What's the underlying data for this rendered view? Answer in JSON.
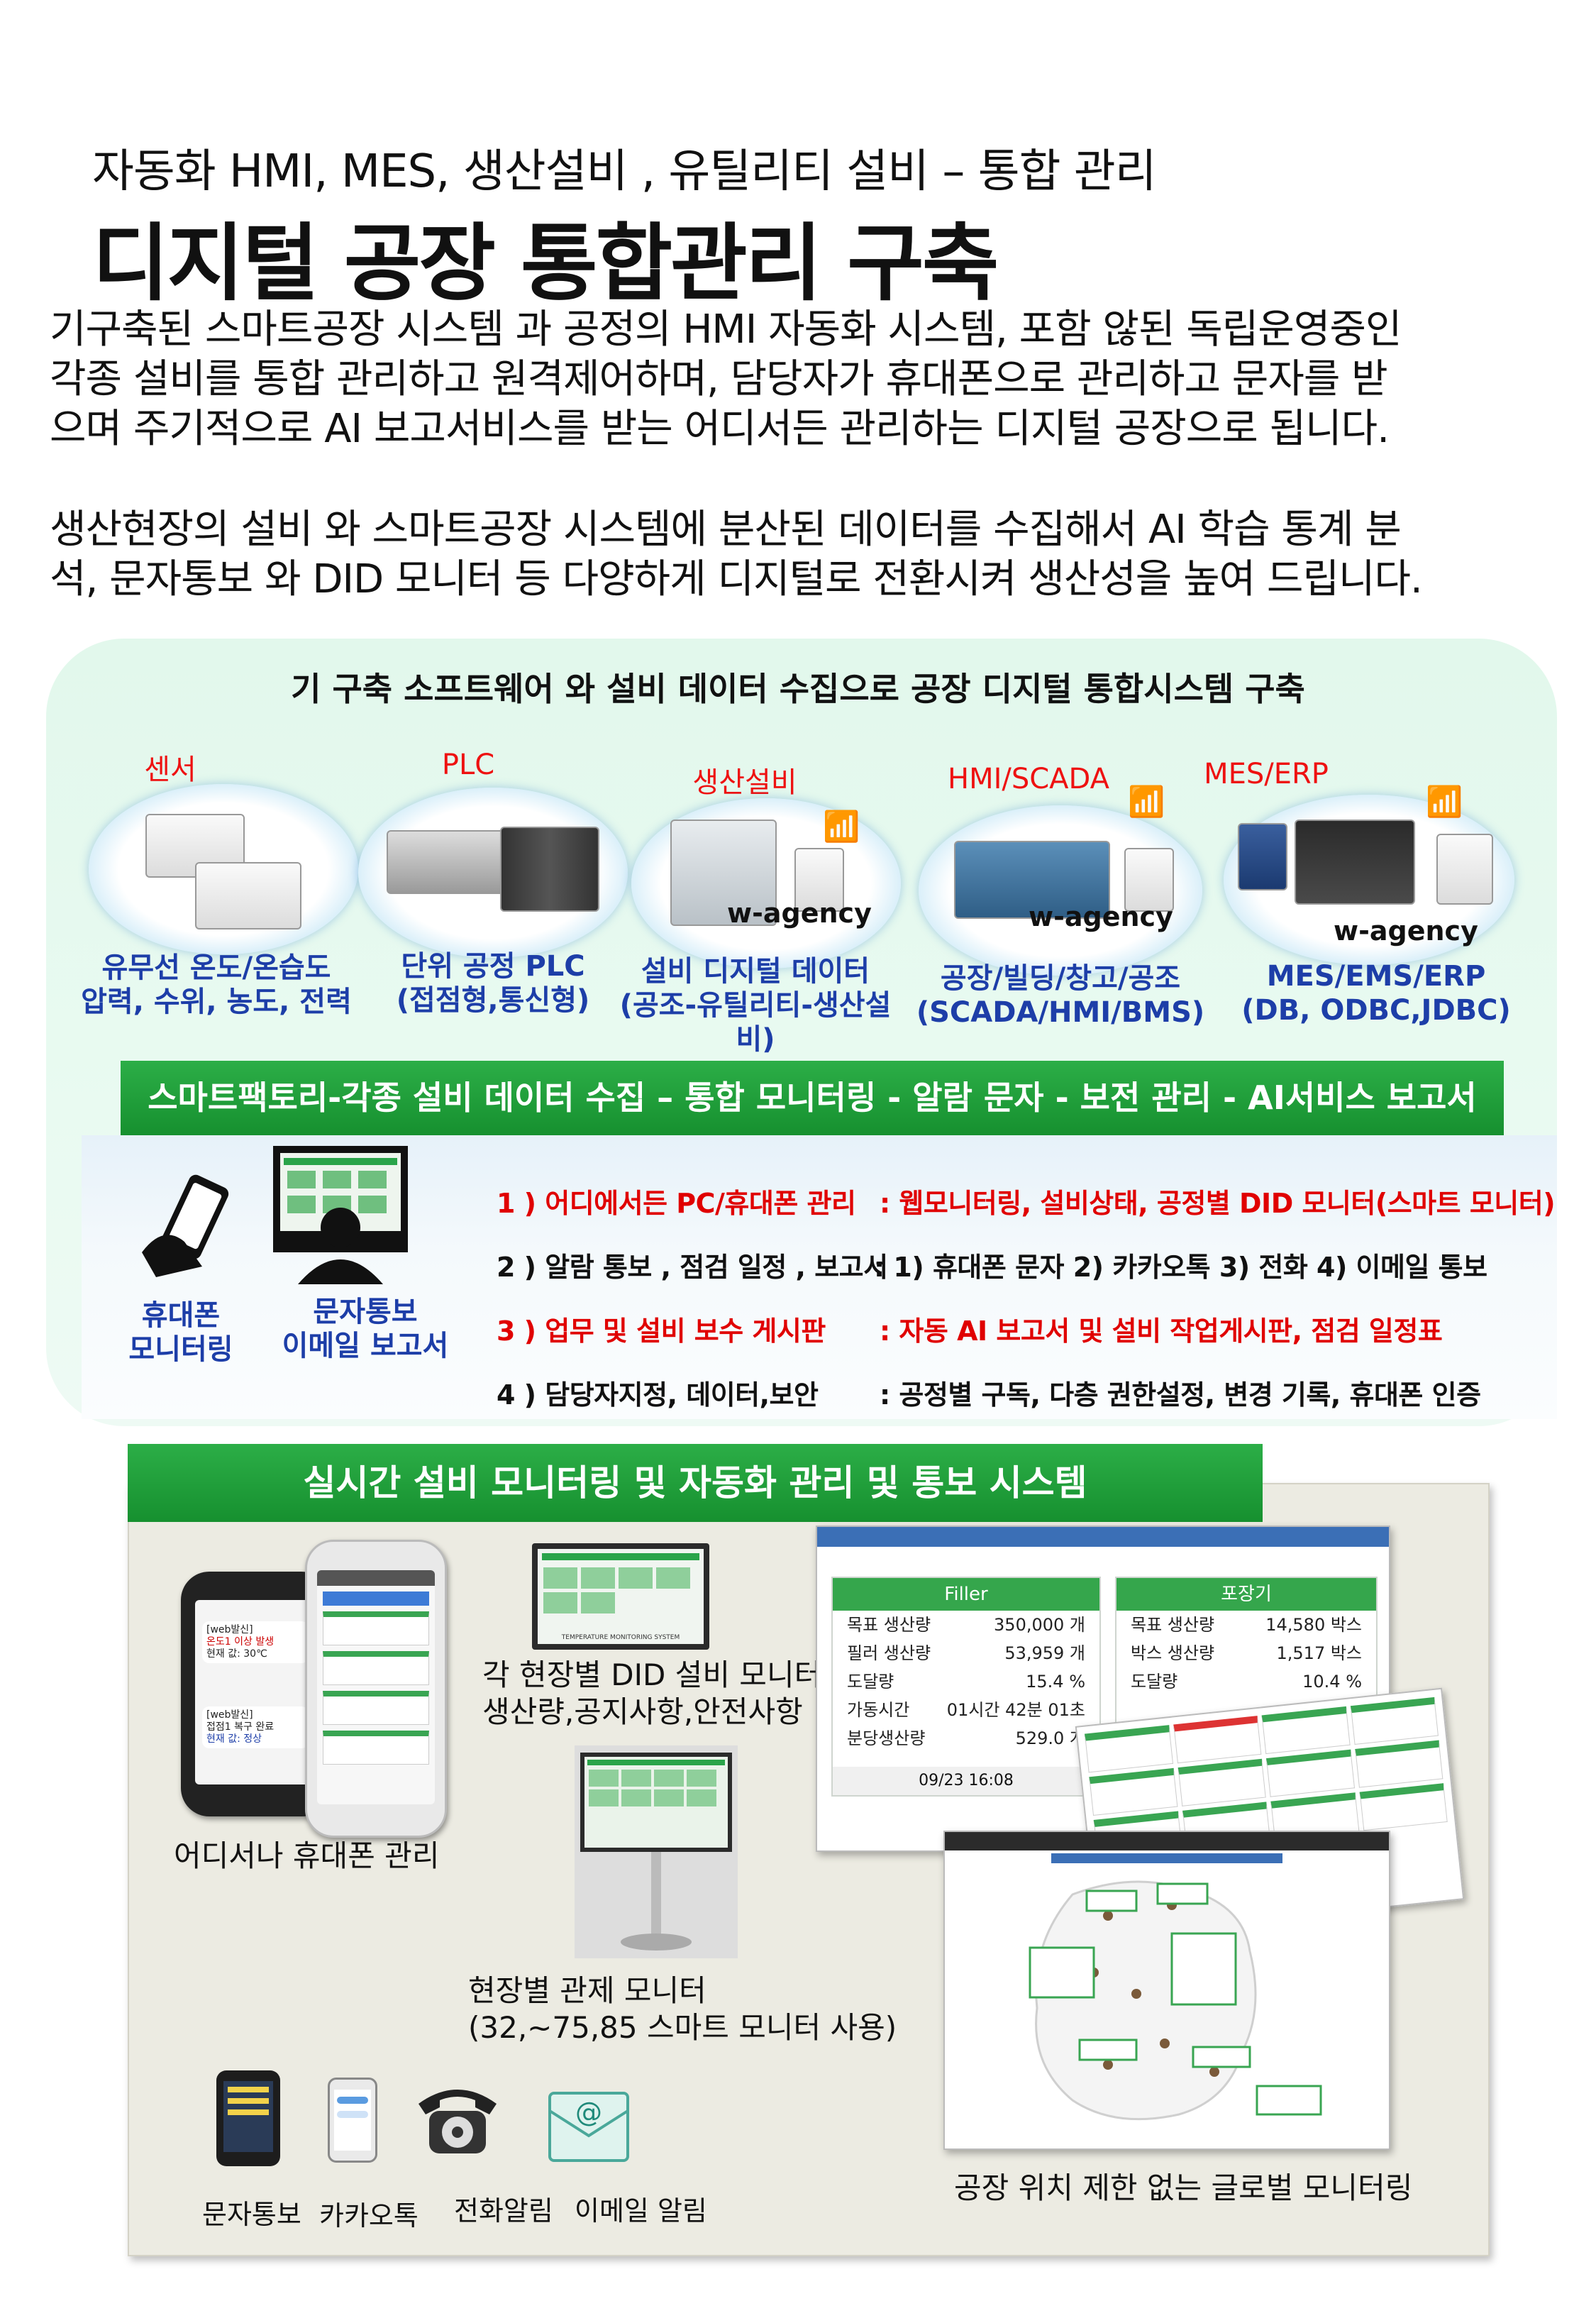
{
  "header": {
    "subtitle": "자동화 HMI, MES, 생산설비 , 유틸리티 설비 – 통합 관리",
    "title": "디지털 공장 통합관리 구축",
    "para1_lines": [
      "기구축된 스마트공장 시스템 과 공정의 HMI 자동화 시스템, 포함 않된 독립운영중인",
      "각종 설비를 통합 관리하고 원격제어하며, 담당자가 휴대폰으로 관리하고 문자를 받",
      "으며 주기적으로 AI 보고서비스를 받는 어디서든 관리하는 디지털 공장으로  됩니다."
    ],
    "para2_lines": [
      "생산현장의 설비 와 스마트공장 시스템에 분산된 데이터를 수집해서 AI 학습 통계 분",
      "석, 문자통보 와 DID 모니터 등 다양하게 디지털로 전환시켜 생산성을 높여 드립니다."
    ]
  },
  "section1": {
    "title": "기 구축 소프트웨어 와 설비 데이터 수집으로 공장 디지털 통합시스템 구축",
    "items": [
      {
        "category": "센서",
        "caption_lines": [
          "유무선 온도/온습도",
          "압력, 수위, 농도, 전력"
        ],
        "wagency": ""
      },
      {
        "category": "PLC",
        "caption_lines": [
          "단위 공정 PLC",
          "(접점형,통신형)"
        ],
        "wagency": ""
      },
      {
        "category": "생산설비",
        "caption_lines": [
          "설비 디지털 데이터",
          "(공조-유틸리티-생산설비)"
        ],
        "wagency": "w-agency"
      },
      {
        "category": "HMI/SCADA",
        "caption_lines": [
          "공장/빌딩/창고/공조",
          "(SCADA/HMI/BMS)"
        ],
        "wagency": "w-agency"
      },
      {
        "category": "MES/ERP",
        "caption_lines": [
          "MES/EMS/ERP",
          "(DB, ODBC,JDBC)"
        ],
        "wagency": "w-agency"
      }
    ],
    "banner": "스마트팩토리-각종 설비 데이터 수집 – 통합 모니터링 - 알람 문자 - 보전 관리 -  AI서비스 보고서",
    "phone_label_lines": [
      "휴대폰",
      "모니터링"
    ],
    "sms_label_lines": [
      "문자통보",
      "이메일 보고서"
    ],
    "features": [
      {
        "left": "1 ) 어디에서든 PC/휴대폰 관리",
        "right": ":  웹모니터링, 설비상태, 공정별 DID 모니터(스마트 모니터)",
        "color": "#e00000"
      },
      {
        "left": "2 ) 알람 통보 , 점검 일정 , 보고서",
        "right": ": 1) 휴대폰 문자 2) 카카오톡 3) 전화  4) 이메일 통보",
        "color": "#111111"
      },
      {
        "left": "3 ) 업무 및 설비 보수 게시판",
        "right": ":  자동 AI 보고서 및 설비 작업게시판, 점검 일정표",
        "color": "#e00000"
      },
      {
        "left": "4 ) 담당자지정, 데이터,보안",
        "right": ": 공정별 구독, 다층 권한설정, 변경 기록, 휴대폰 인증",
        "color": "#111111"
      }
    ]
  },
  "section2": {
    "banner": "실시간 설비 모니터링  및 자동화 관리 및 통보 시스템",
    "phone_sms": {
      "msg1_lines": [
        "[web발신]",
        "온도1 이상 발생",
        "현재 값: 30℃"
      ],
      "msg1_red": "이상",
      "msg2_lines": [
        "[web발신]",
        "접점1 복구 완료",
        "현재 값: 정상"
      ],
      "msg2_blue": "정상"
    },
    "phone_label": "어디서나 휴대폰 관리",
    "did_label_lines": [
      "각 현장별 DID 설비 모니터",
      "생산량,공지사항,안전사항"
    ],
    "did_screen_caption": "TEMPERATURE MONITORING SYSTEM",
    "control_label_lines": [
      "현장별 관제 모니터",
      "(32,~75,85 스마트 모니터 사용)"
    ],
    "notify": [
      {
        "label": "문자통보",
        "icon": "sms-phone-icon"
      },
      {
        "label": "카카오톡",
        "icon": "kakaotalk-phone-icon"
      },
      {
        "label": "전화알림",
        "icon": "telephone-icon"
      },
      {
        "label": "이메일 알림",
        "icon": "email-icon"
      }
    ],
    "filler_card": {
      "title": "Filler",
      "rows": [
        {
          "k": "목표 생산량",
          "v": "350,000 개"
        },
        {
          "k": "필러 생산량",
          "v": "53,959 개"
        },
        {
          "k": "도달량",
          "v": "15.4 %"
        },
        {
          "k": "가동시간",
          "v": "01시간 42분 01초"
        },
        {
          "k": "분당생산량",
          "v": "529.0 개"
        }
      ],
      "footer": "09/23 16:08"
    },
    "pack_card": {
      "title": "포장기",
      "rows": [
        {
          "k": "목표 생산량",
          "v": "14,580 박스"
        },
        {
          "k": "박스 생산량",
          "v": "1,517 박스"
        },
        {
          "k": "도달량",
          "v": "10.4 %"
        }
      ]
    },
    "map_label": "공장 위치 제한 없는 글로벌 모니터링"
  },
  "colors": {
    "accent_green": "#1f9e3a",
    "caption_blue": "#1d3ea8",
    "alert_red": "#e00000",
    "panel_mint": "#e6f9ee",
    "panel_gray": "#ecebe2"
  }
}
